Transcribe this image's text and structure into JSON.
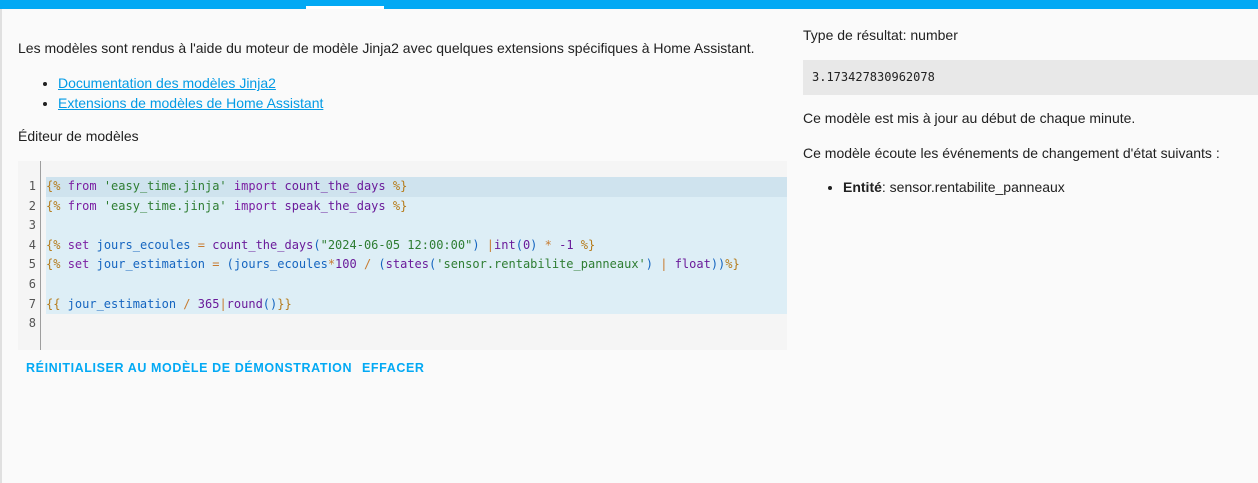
{
  "colors": {
    "accent": "#03a9f4",
    "link": "#039be5"
  },
  "intro": "Les modèles sont rendus à l'aide du moteur de modèle Jinja2 avec quelques extensions spécifiques à Home Assistant.",
  "links": [
    "Documentation des modèles Jinja2",
    "Extensions de modèles de Home Assistant"
  ],
  "editor_title": "Éditeur de modèles",
  "code": {
    "line_numbers": [
      "1",
      "2",
      "3",
      "4",
      "5",
      "6",
      "7",
      "8"
    ]
  },
  "buttons": {
    "reset": "RÉINITIALISER AU MODÈLE DE DÉMONSTRATION",
    "clear": "EFFACER"
  },
  "result": {
    "type_label": "Type de résultat: number",
    "value": "3.173427830962078",
    "update_text": "Ce modèle est mis à jour au début de chaque minute.",
    "listen_text": "Ce modèle écoute les événements de changement d'état suivants :",
    "entity_label": "Entité",
    "entity_value": ": sensor.rentabilite_panneaux"
  }
}
